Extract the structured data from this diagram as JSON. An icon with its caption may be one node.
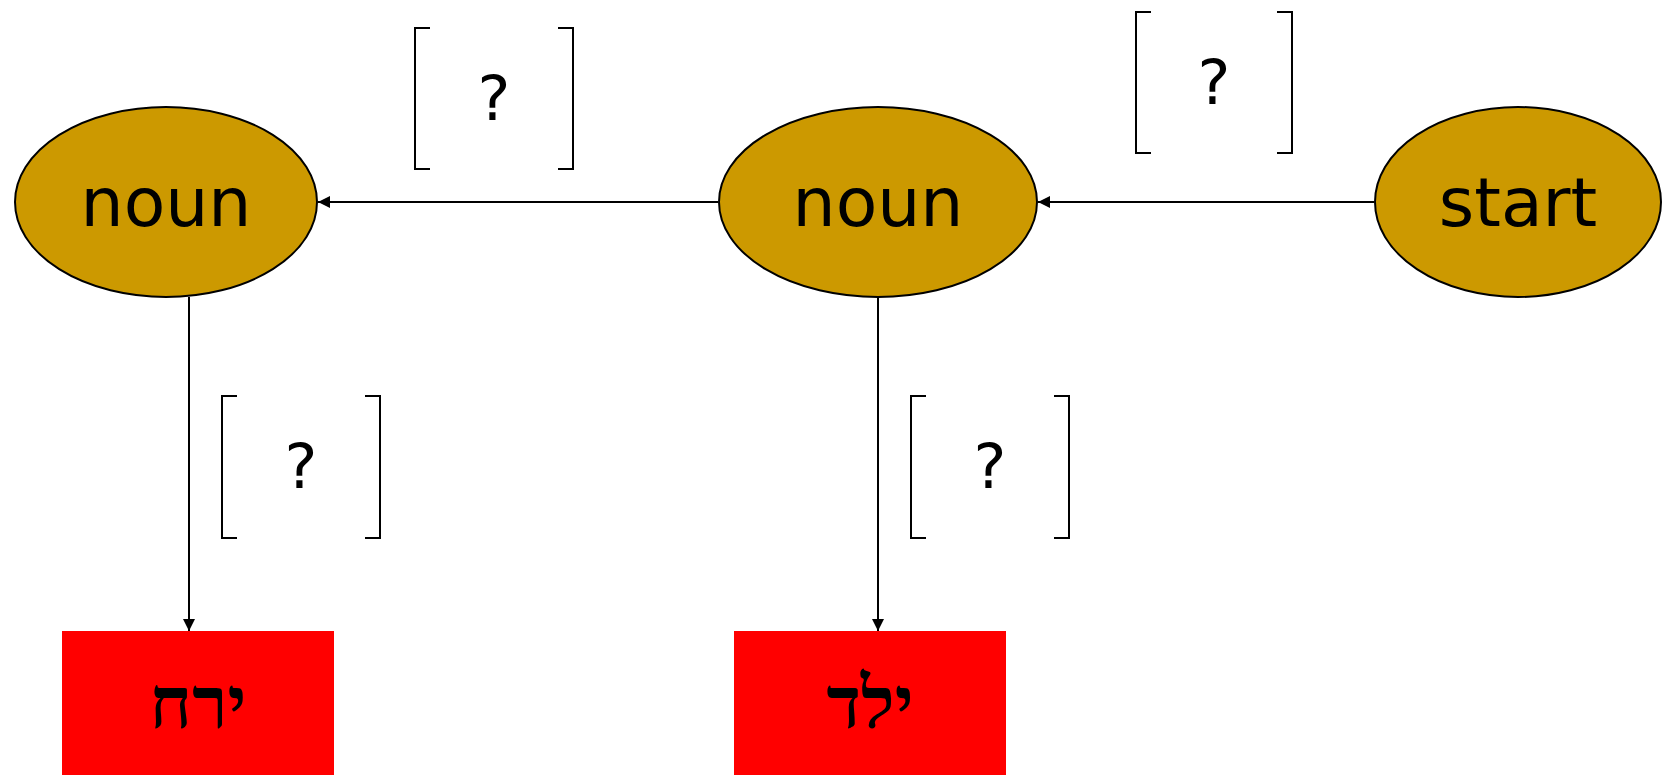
{
  "diagram": {
    "nodes": [
      {
        "text": [
          "noun"
        ]
      },
      {
        "text": [
          "noun"
        ]
      },
      {
        "text": [
          "start"
        ]
      },
      {
        "text": [
          "ירח"
        ]
      },
      {
        "text": [
          "ילד"
        ]
      }
    ],
    "edges": [
      {
        "from": 2,
        "to": 1,
        "arrow": "to",
        "label": "?"
      },
      {
        "from": 1,
        "to": 0,
        "arrow": "to",
        "label": "?"
      },
      {
        "from": 0,
        "to": 3,
        "arrow": "to",
        "label": "?"
      },
      {
        "from": 1,
        "to": 4,
        "arrow": "to",
        "label": "?"
      }
    ]
  }
}
